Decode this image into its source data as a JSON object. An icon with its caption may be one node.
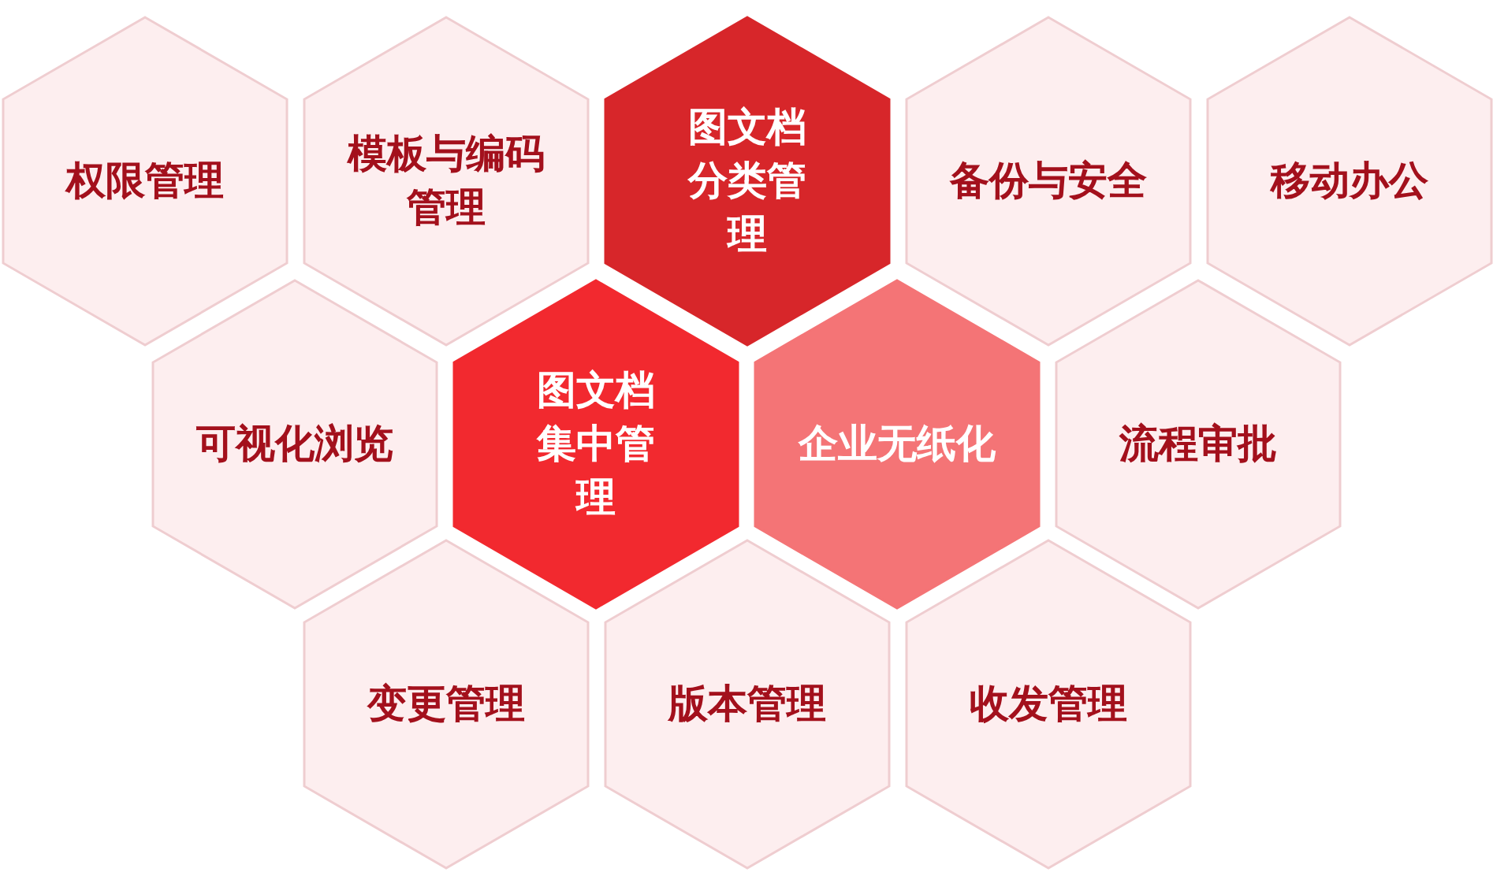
{
  "diagram": {
    "nodes": [
      {
        "text": [
          "权限管理"
        ]
      },
      {
        "text": [
          "模板与编码管理"
        ]
      },
      {
        "text": [
          "图文档分类管理"
        ]
      },
      {
        "text": [
          "备份与安全"
        ]
      },
      {
        "text": [
          "移动办公"
        ]
      },
      {
        "text": [
          "可视化浏览"
        ]
      },
      {
        "text": [
          "图文档集中管理"
        ]
      },
      {
        "text": [
          "企业无纸化"
        ]
      },
      {
        "text": [
          "流程审批"
        ]
      },
      {
        "text": [
          "变更管理"
        ]
      },
      {
        "text": [
          "版本管理"
        ]
      },
      {
        "text": [
          "收发管理"
        ]
      }
    ]
  }
}
